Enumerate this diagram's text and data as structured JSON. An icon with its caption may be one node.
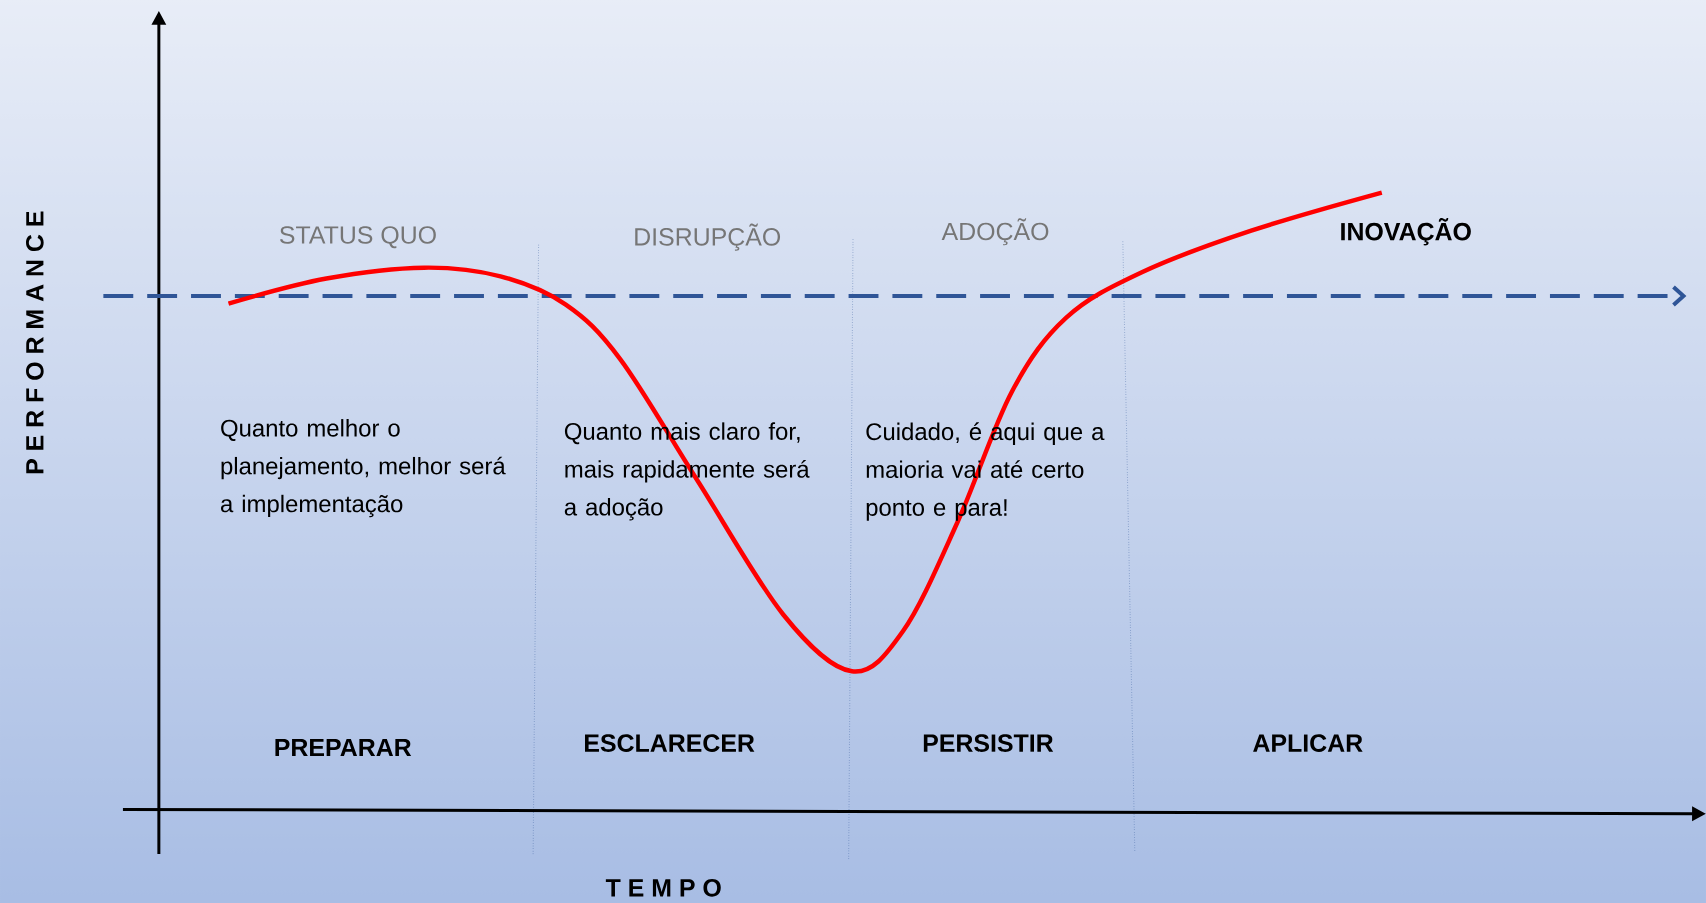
{
  "diagram": {
    "labels": [
      "P E R F O R M A N C E",
      "STATUS QUO",
      "DISRUPÇÃO",
      "ADOÇÃO",
      "INOVAÇÃO",
      "Quanto melhor o planejamento, melhor será a implementação",
      "Quanto mais claro for, mais rapidamente será a adoção",
      "Cuidado, é aqui que a maioria vai até certo ponto e para!",
      "PREPARAR",
      "ESCLARECER",
      "PERSISTIR",
      "APLICAR",
      "T E M P O"
    ]
  }
}
